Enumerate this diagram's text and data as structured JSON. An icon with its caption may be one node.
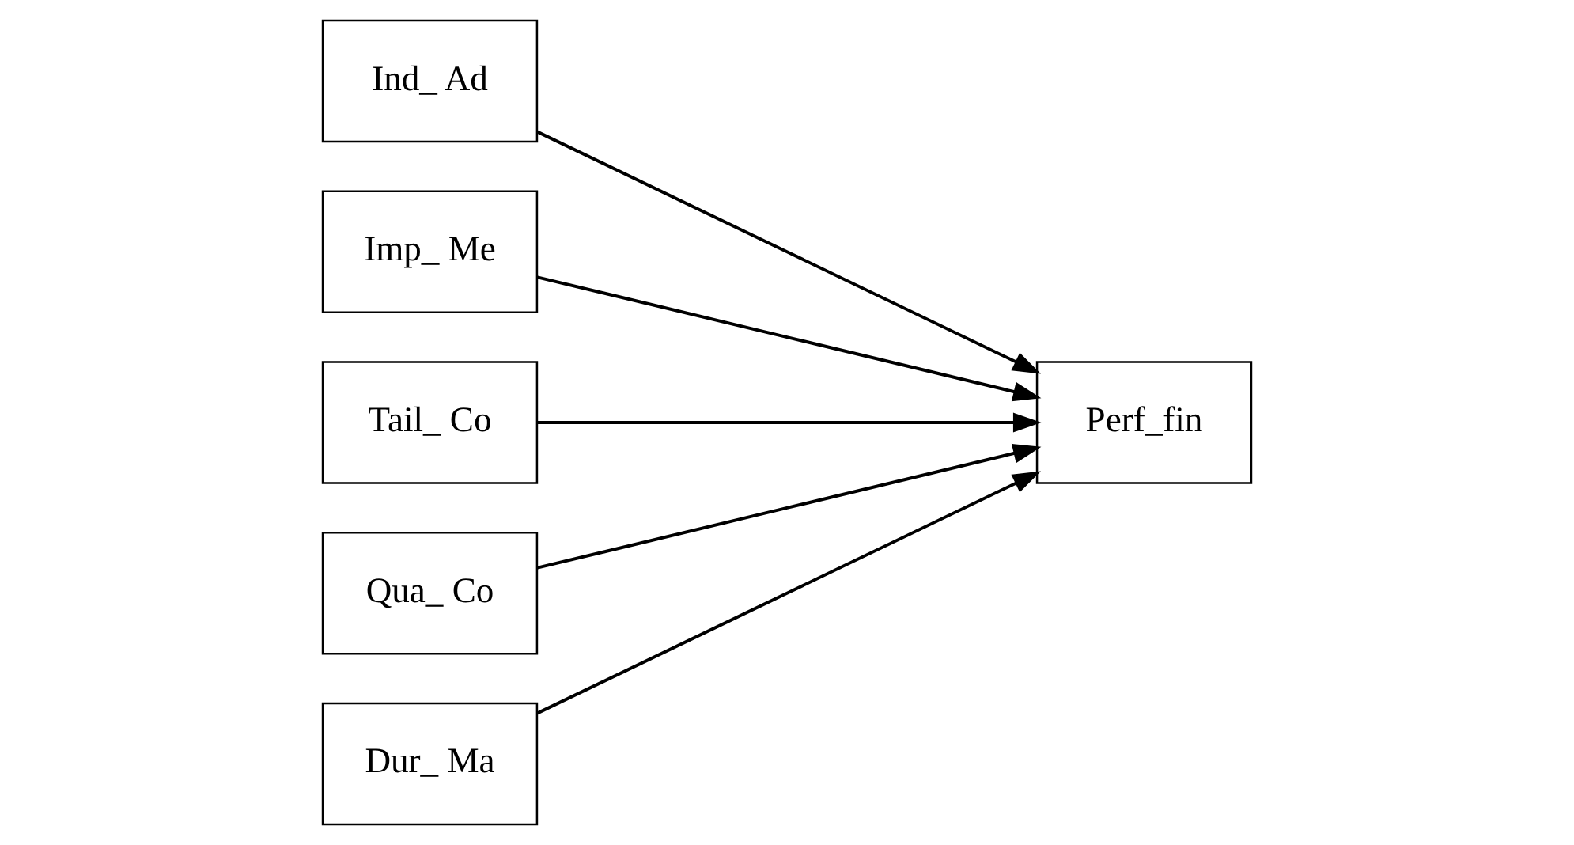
{
  "diagram": {
    "nodes": [
      {
        "text": [
          "Ind_ Ad"
        ]
      },
      {
        "text": [
          "Imp_ Me"
        ]
      },
      {
        "text": [
          "Tail_ Co"
        ]
      },
      {
        "text": [
          "Qua_ Co"
        ]
      },
      {
        "text": [
          "Dur_ Ma"
        ]
      },
      {
        "text": [
          "Perf_fin"
        ]
      }
    ],
    "edges": [
      {
        "from": 0,
        "to": 5,
        "arrow": "to"
      },
      {
        "from": 1,
        "to": 5,
        "arrow": "to"
      },
      {
        "from": 2,
        "to": 5,
        "arrow": "to"
      },
      {
        "from": 3,
        "to": 5,
        "arrow": "to"
      },
      {
        "from": 4,
        "to": 5,
        "arrow": "to"
      }
    ]
  }
}
